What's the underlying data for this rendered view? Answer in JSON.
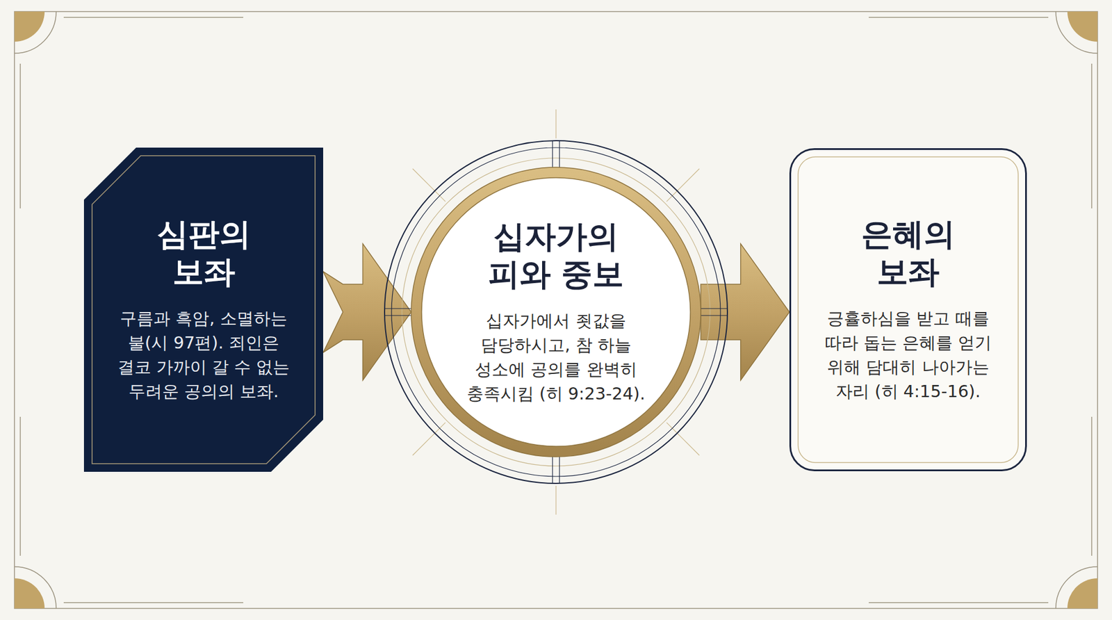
{
  "diagram": {
    "nodes": [
      {
        "text": [
          "심판의 보좌",
          "구름과 흑암, 소멸하는 불(시 97편). 죄인은 결코 가까이 갈 수 없는 두려운 공의의 보좌."
        ]
      },
      {
        "text": [
          "십자가의 피와 중보",
          "십자가에서 죗값을 담당하시고, 참 하늘 성소에 공의를 완벽히 충족시킴 (히 9:23-24)."
        ]
      },
      {
        "text": [
          "은혜의 보좌",
          "긍휼하심을 받고 때를 따라 돕는 은혜를 얻기 위해 담대히 나아가는 자리 (히 4:15-16)."
        ]
      }
    ],
    "edges": [
      {
        "from": 0,
        "to": 1,
        "arrow": "to"
      },
      {
        "from": 1,
        "to": 2,
        "arrow": "to"
      }
    ]
  }
}
